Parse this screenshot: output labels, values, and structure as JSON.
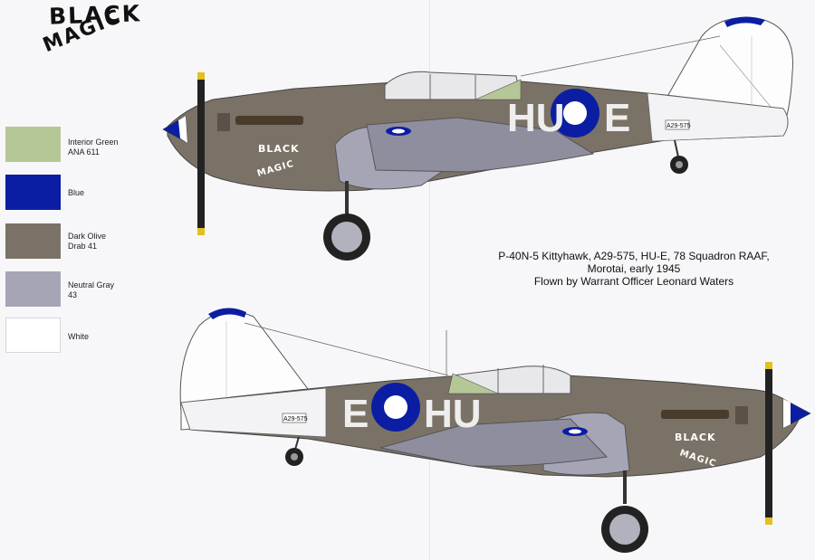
{
  "logo": {
    "line1": "BLACK",
    "line2": "MAGIC"
  },
  "colors_key": [
    {
      "label1": "Interior Green",
      "label2": "ANA 611",
      "hex": "#b5c697"
    },
    {
      "label1": "Blue",
      "label2": "",
      "hex": "#0b1ea3"
    },
    {
      "label1": "Dark Olive",
      "label2": "Drab 41",
      "hex": "#7a7266"
    },
    {
      "label1": "Neutral Gray",
      "label2": "43",
      "hex": "#a6a5b6"
    },
    {
      "label1": "White",
      "label2": "",
      "hex": "#ffffff"
    }
  ],
  "caption": {
    "line1": "P-40N-5 Kittyhawk, A29-575, HU-E, 78 Squadron RAAF,",
    "line2": "Morotai, early 1945",
    "line3": "Flown by Warrant Officer Leonard Waters"
  },
  "aircraft": {
    "starboard": {
      "code_left": "HU",
      "code_right": "E",
      "serial": "A29-575",
      "nose_art_1": "BLACK",
      "nose_art_2": "MAGIC"
    },
    "port": {
      "code_left": "E",
      "code_right": "HU",
      "serial": "A29-575",
      "nose_art_1": "BLACK",
      "nose_art_2": "MAGIC"
    }
  }
}
